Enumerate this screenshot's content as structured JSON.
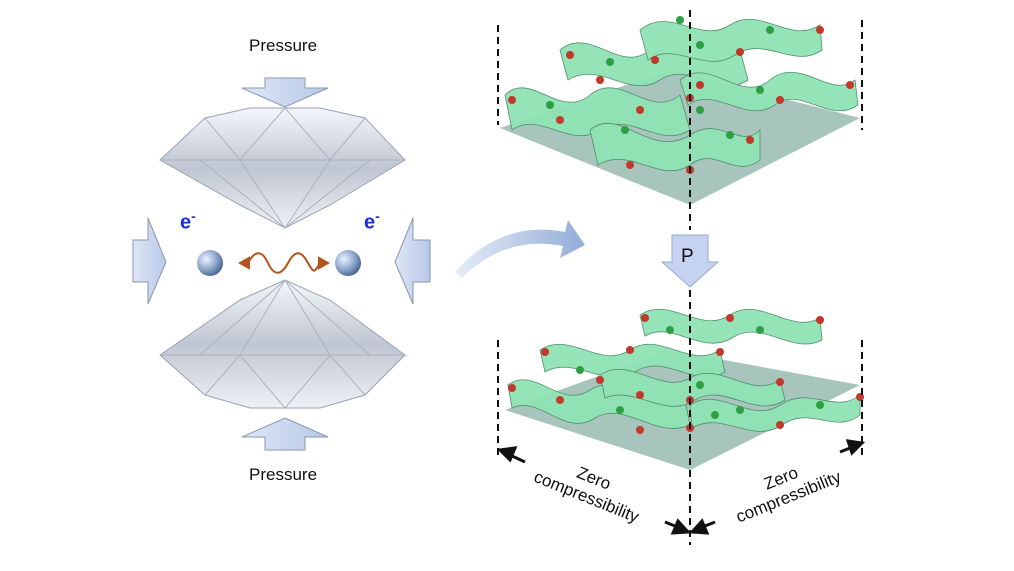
{
  "left_panel": {
    "pressure_top": "Pressure",
    "pressure_bottom": "Pressure",
    "electron_left": "e",
    "electron_right": "e",
    "electron_charge": "-"
  },
  "right_panel": {
    "pressure_arrow_label": "P",
    "zero_compress_left": [
      "Zero",
      "compressibility"
    ],
    "zero_compress_right": [
      "Zero",
      "compressibility"
    ]
  },
  "colors": {
    "arrow_fill": "#c9d6ee",
    "electron_text": "#1a2fd0",
    "sheet_green": "#8fe3b4",
    "base_plate": "#9fbfb6",
    "atom_red": "#c0392b",
    "atom_green": "#2ea043",
    "wave": "#b5521b"
  }
}
